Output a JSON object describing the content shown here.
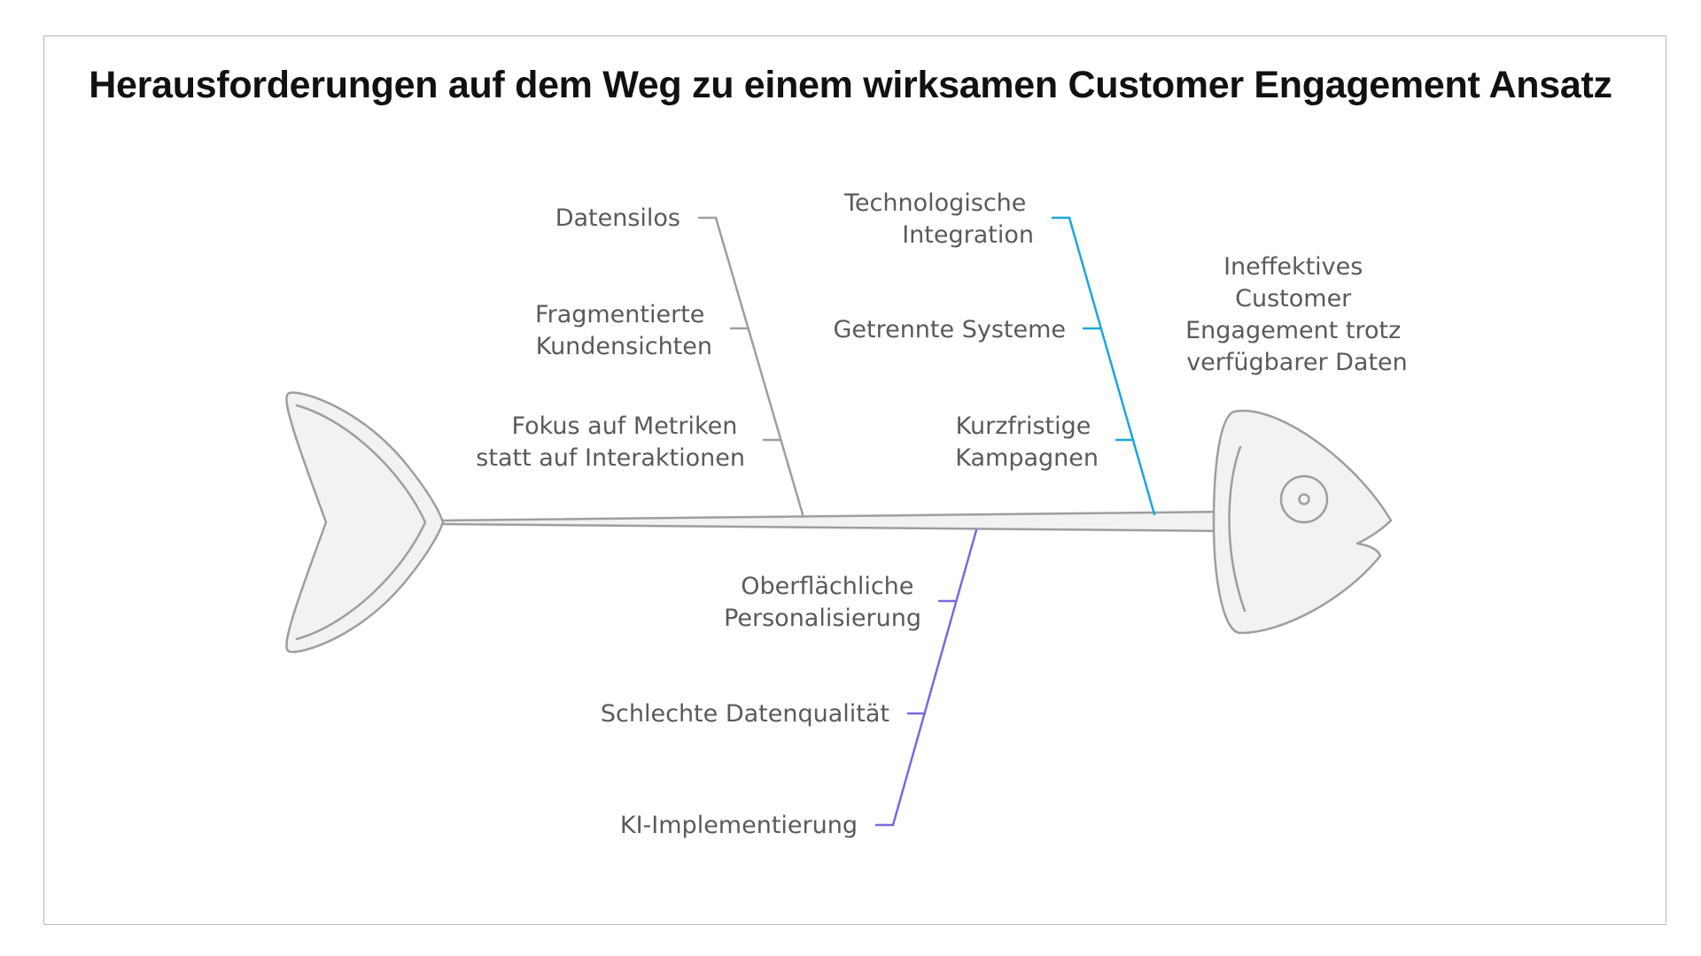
{
  "title": "Herausforderungen auf dem Weg zu einem wirksamen Customer Engagement Ansatz",
  "effect": {
    "lines": [
      "Ineffektives",
      "Customer",
      "Engagement trotz",
      "verfügbarer Daten"
    ]
  },
  "branches": {
    "upper_left": {
      "color": "#9e9e9e",
      "causes": [
        {
          "lines": [
            "Datensilos"
          ]
        },
        {
          "lines": [
            "Fragmentierte",
            "Kundensichten"
          ]
        },
        {
          "lines": [
            "Fokus auf Metriken",
            "statt auf Interaktionen"
          ]
        }
      ]
    },
    "upper_right": {
      "color": "#1aa7d8",
      "causes": [
        {
          "lines": [
            "Technologische",
            "Integration"
          ]
        },
        {
          "lines": [
            "Getrennte Systeme"
          ]
        },
        {
          "lines": [
            "Kurzfristige",
            "Kampagnen"
          ]
        }
      ]
    },
    "lower": {
      "color": "#7b68e0",
      "causes": [
        {
          "lines": [
            "Oberflächliche",
            "Personalisierung"
          ]
        },
        {
          "lines": [
            "Schlechte Datenqualität"
          ]
        },
        {
          "lines": [
            "KI-Implementierung"
          ]
        }
      ]
    }
  },
  "colors": {
    "fish_fill": "#f2f2f2",
    "fish_stroke": "#9e9e9e",
    "text": "#5a5a5a",
    "title": "#111111"
  }
}
